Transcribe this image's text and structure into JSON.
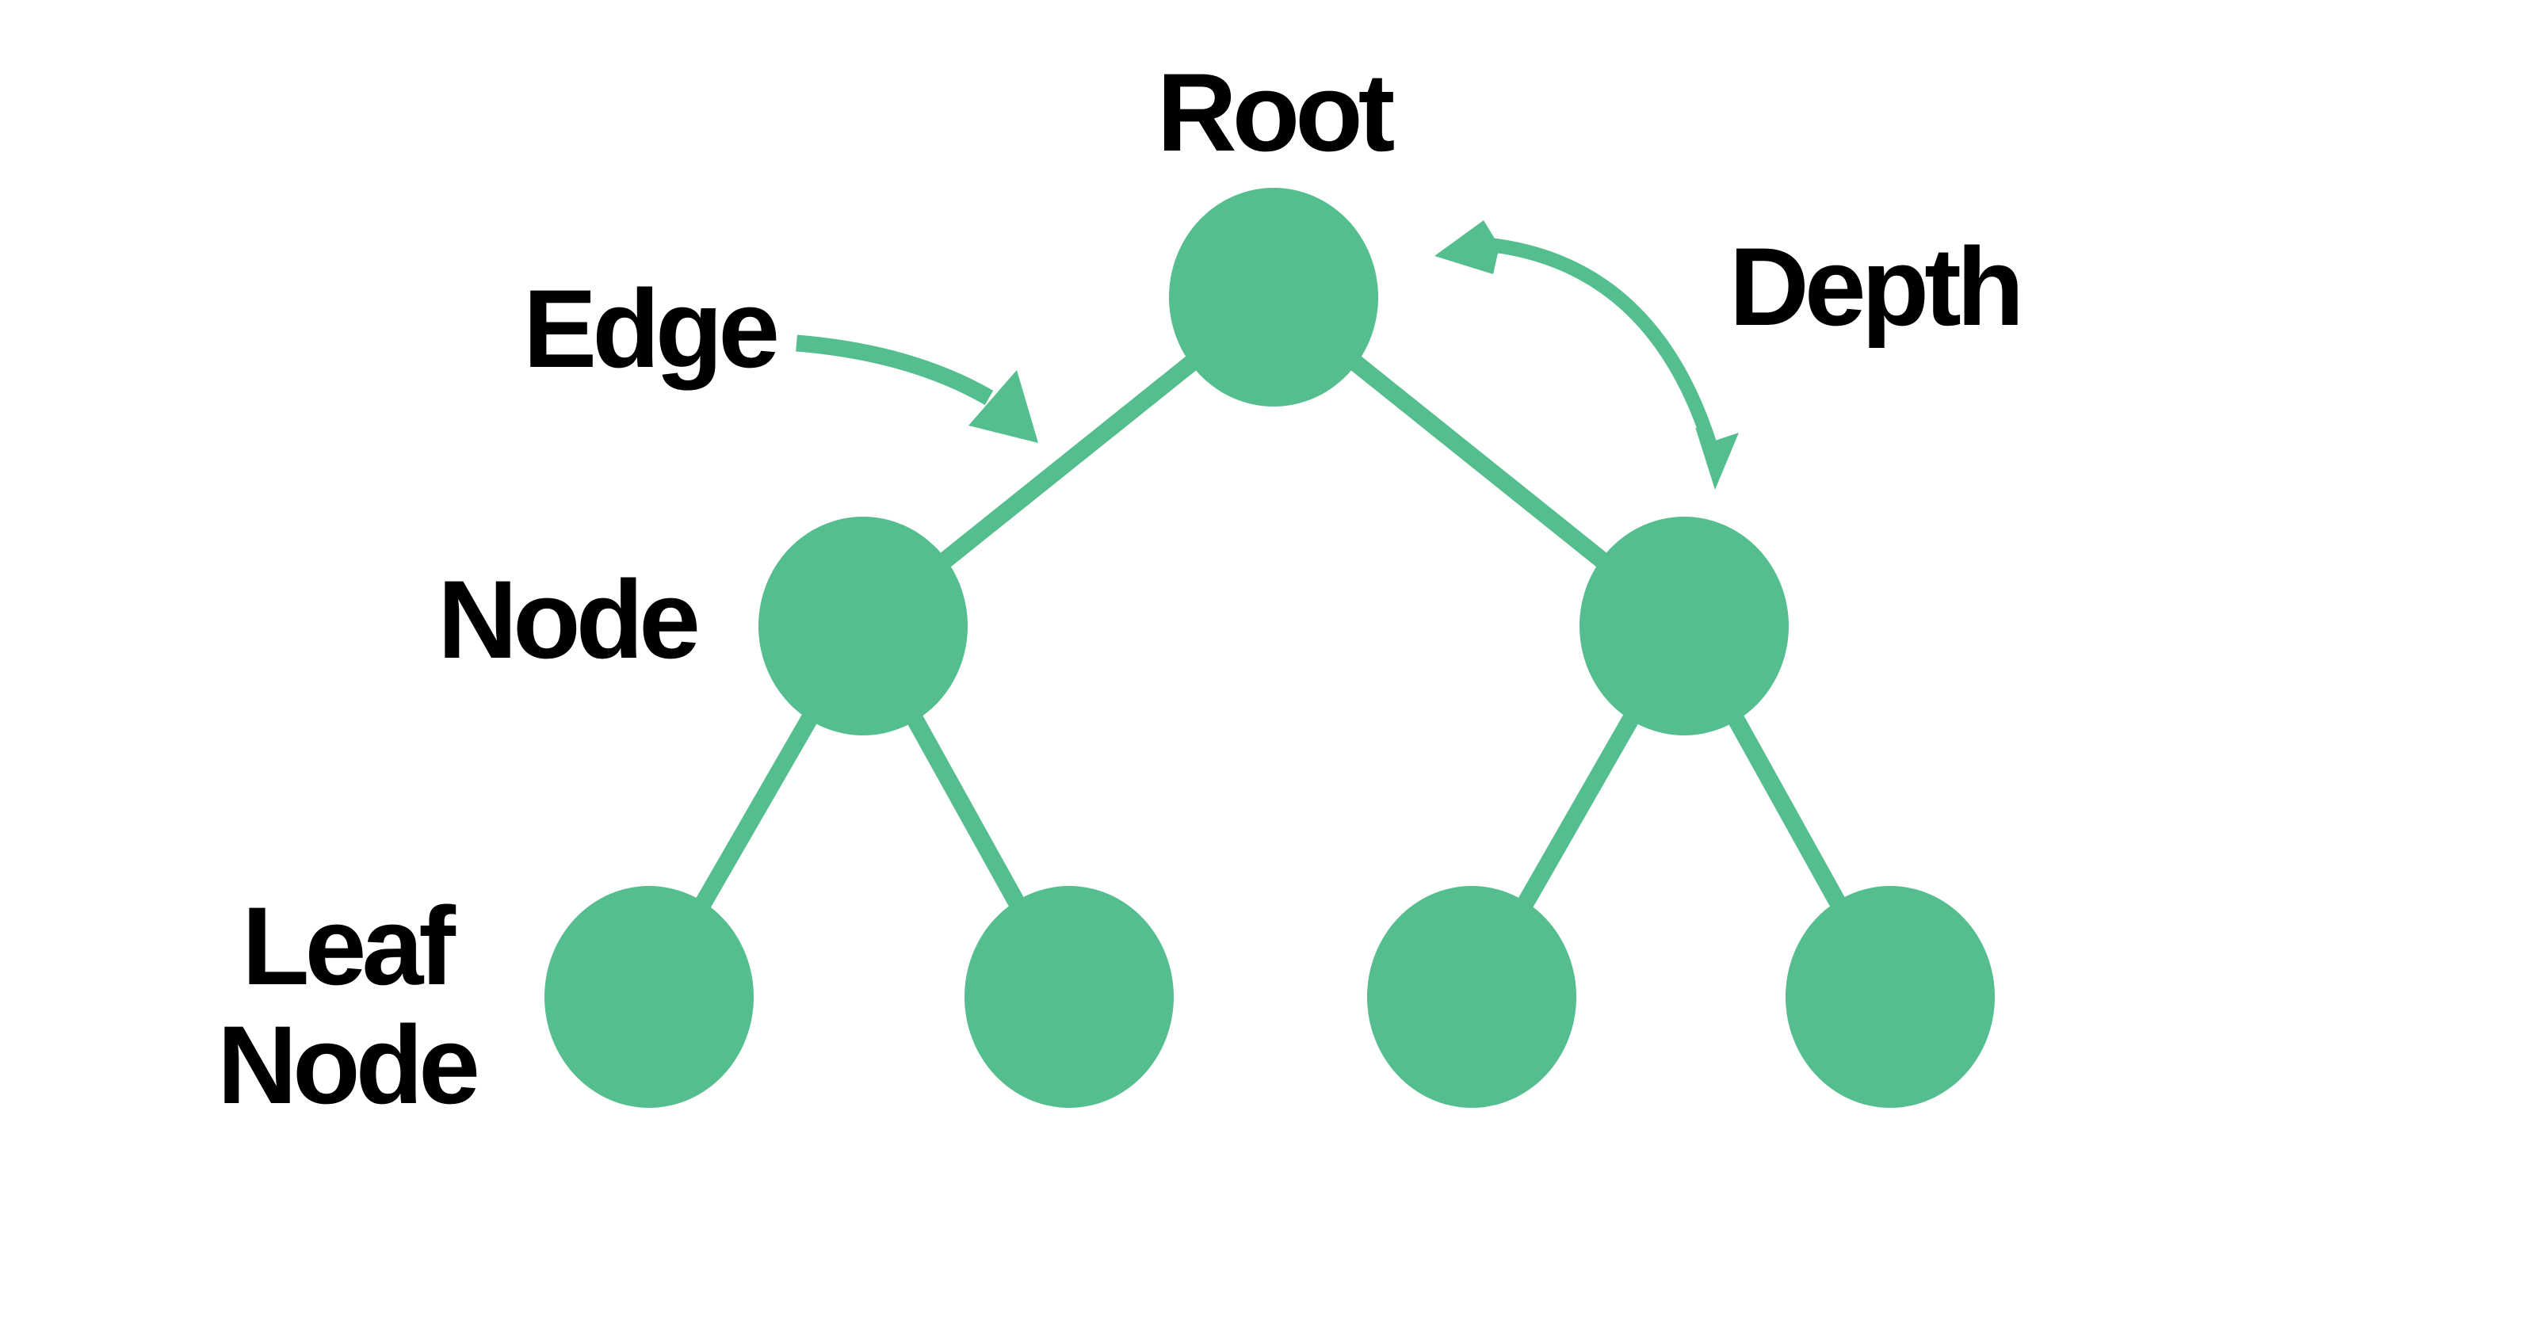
{
  "diagram": {
    "type": "binary-tree-anatomy",
    "labels": {
      "root": "Root",
      "edge": "Edge",
      "depth": "Depth",
      "node": "Node",
      "leaf_line1": "Leaf",
      "leaf_line2": "Node"
    },
    "colors": {
      "node_fill": "#55BE8E",
      "edge_stroke": "#55BE8E",
      "arrow": "#55BE8E",
      "label_text": "#000000",
      "background": "#FFFFFF"
    },
    "tree": {
      "nodes": [
        {
          "id": "root",
          "level": 0,
          "annotation": "Root"
        },
        {
          "id": "left-child",
          "level": 1,
          "annotation": "Node"
        },
        {
          "id": "right-child",
          "level": 1,
          "annotation": ""
        },
        {
          "id": "leaf-1",
          "level": 2,
          "annotation": "Leaf Node"
        },
        {
          "id": "leaf-2",
          "level": 2,
          "annotation": ""
        },
        {
          "id": "leaf-3",
          "level": 2,
          "annotation": ""
        },
        {
          "id": "leaf-4",
          "level": 2,
          "annotation": ""
        }
      ],
      "edges": [
        [
          "root",
          "left-child"
        ],
        [
          "root",
          "right-child"
        ],
        [
          "left-child",
          "leaf-1"
        ],
        [
          "left-child",
          "leaf-2"
        ],
        [
          "right-child",
          "leaf-3"
        ],
        [
          "right-child",
          "leaf-4"
        ]
      ],
      "annotated_concepts": [
        "Root",
        "Edge",
        "Depth",
        "Node",
        "Leaf Node"
      ]
    }
  }
}
